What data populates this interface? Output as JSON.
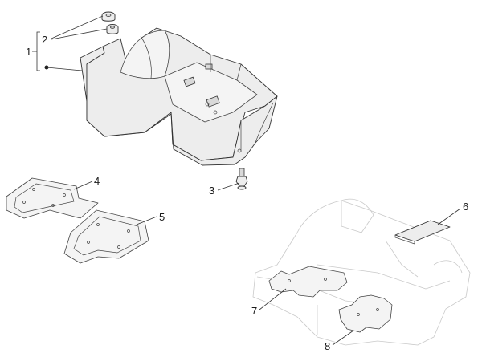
{
  "callouts": {
    "c1": "1",
    "c2": "2",
    "c3": "3",
    "c4": "4",
    "c5": "5",
    "c6": "6",
    "c7": "7",
    "c8": "8"
  },
  "colors": {
    "line": "#333333",
    "part_fill": "#ededed",
    "ghost_line": "#c9c9c9",
    "background": "#ffffff"
  }
}
